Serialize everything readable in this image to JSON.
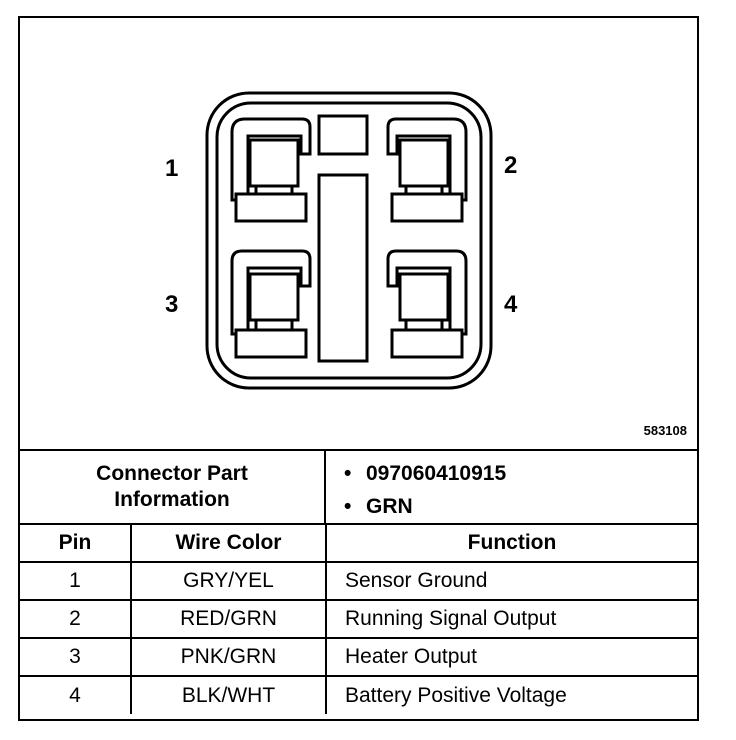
{
  "diagram": {
    "pin_labels": [
      "1",
      "2",
      "3",
      "4"
    ],
    "drawing_id": "583108"
  },
  "connector": {
    "label": "Connector Part\nInformation",
    "part_info": [
      "097060410915",
      "GRN"
    ]
  },
  "table": {
    "headers": [
      "Pin",
      "Wire Color",
      "Function"
    ],
    "rows": [
      [
        "1",
        "GRY/YEL",
        "Sensor Ground"
      ],
      [
        "2",
        "RED/GRN",
        "Running Signal Output"
      ],
      [
        "3",
        "PNK/GRN",
        "Heater Output"
      ],
      [
        "4",
        "BLK/WHT",
        "Battery Positive Voltage"
      ]
    ]
  }
}
